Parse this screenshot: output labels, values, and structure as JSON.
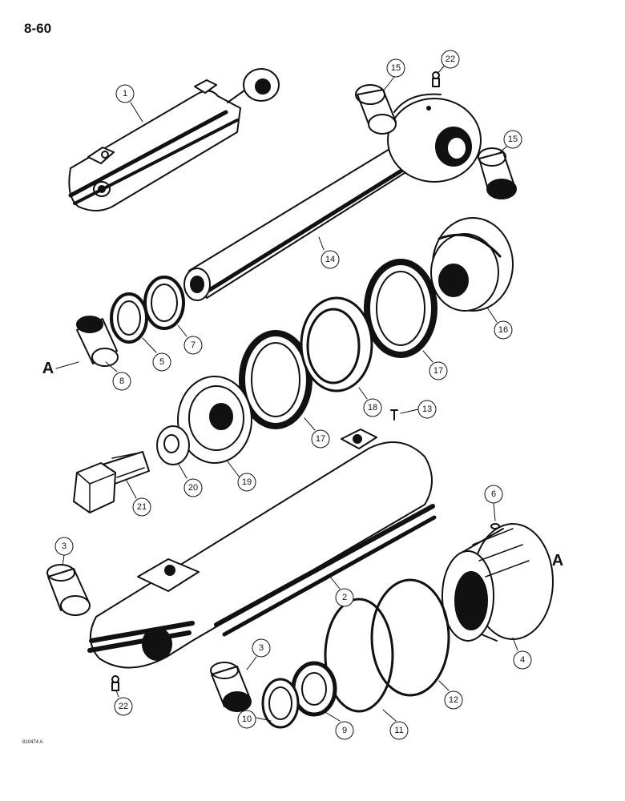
{
  "page_number": "8-60",
  "figure_code": "810474 A",
  "reference_letters": [
    "A",
    "A"
  ],
  "callouts": {
    "c1": "1",
    "c15a": "15",
    "c22a": "22",
    "c15b": "15",
    "c14": "14",
    "c7": "7",
    "c5": "5",
    "c8": "8",
    "c16": "16",
    "c17a": "17",
    "c18": "18",
    "c13": "13",
    "c17b": "17",
    "c19": "19",
    "c20": "20",
    "c21": "21",
    "c6": "6",
    "c3a": "3",
    "c2": "2",
    "c4": "4",
    "c3b": "3",
    "c12": "12",
    "c22b": "22",
    "c10": "10",
    "c9": "9",
    "c11": "11"
  },
  "colors": {
    "ink": "#111111",
    "paper": "#ffffff"
  }
}
